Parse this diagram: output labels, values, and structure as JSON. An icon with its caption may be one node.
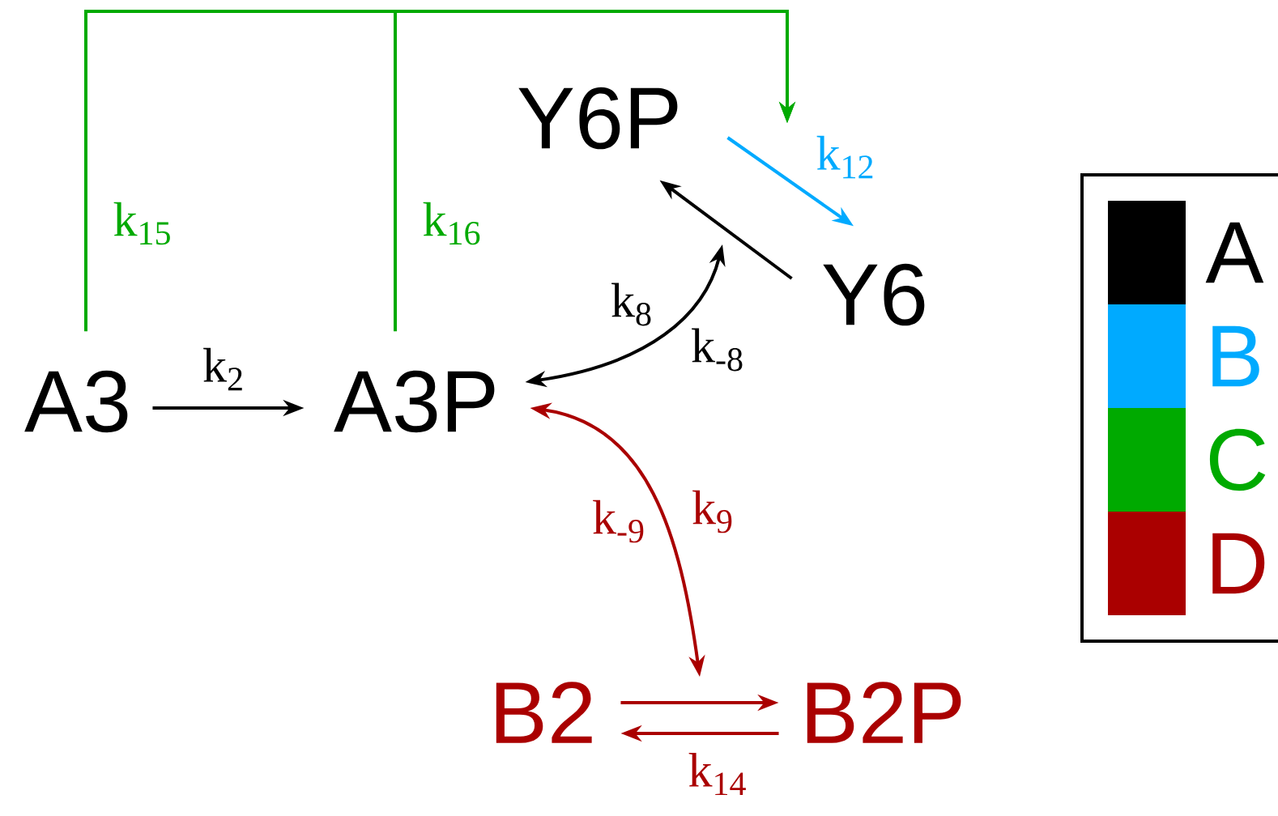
{
  "diagram": {
    "nodes": [
      {
        "text": [
          "A3"
        ]
      },
      {
        "text": [
          "A3P"
        ]
      },
      {
        "text": [
          "Y6P"
        ]
      },
      {
        "text": [
          "Y6"
        ]
      },
      {
        "text": [
          "B2"
        ]
      },
      {
        "text": [
          "B2P"
        ]
      }
    ],
    "edges": [
      {
        "from": 0,
        "to": 1,
        "arrow": "to",
        "label": "k$_{2}$",
        "color": "#000000"
      },
      {
        "from": 3,
        "to": 2,
        "arrow": "to",
        "color": "#000000"
      },
      {
        "from": 1,
        "to": null,
        "arrow": "both",
        "label": "k$_{8}$",
        "color": "#000000"
      },
      {
        "from": 1,
        "to": null,
        "arrow": "both",
        "label": "k$_{9}$",
        "color": "#aa0000"
      },
      {
        "from": 4,
        "to": 5,
        "arrow": "to",
        "color": "#aa0000"
      },
      {
        "from": 5,
        "to": 4,
        "arrow": "to",
        "label": "k$_{14}$",
        "color": "#aa0000"
      },
      {
        "from": 2,
        "to": 3,
        "arrow": "to",
        "label": "k$_{12}$",
        "color": "#00aaff"
      },
      {
        "from": 0,
        "to": null,
        "arrow": "to",
        "label": "k$_{15}$",
        "color": "#00aa00"
      },
      {
        "from": 1,
        "to": null,
        "arrow": "to",
        "label": "k$_{16}$",
        "color": "#00aa00"
      }
    ],
    "labels": [
      "k$_{-8}$",
      "k$_{-9}$"
    ],
    "legend": [
      {
        "text": "A",
        "color": "#000000"
      },
      {
        "text": "B",
        "color": "#00aaff"
      },
      {
        "text": "C",
        "color": "#00aa00"
      },
      {
        "text": "D",
        "color": "#aa0000"
      }
    ]
  }
}
